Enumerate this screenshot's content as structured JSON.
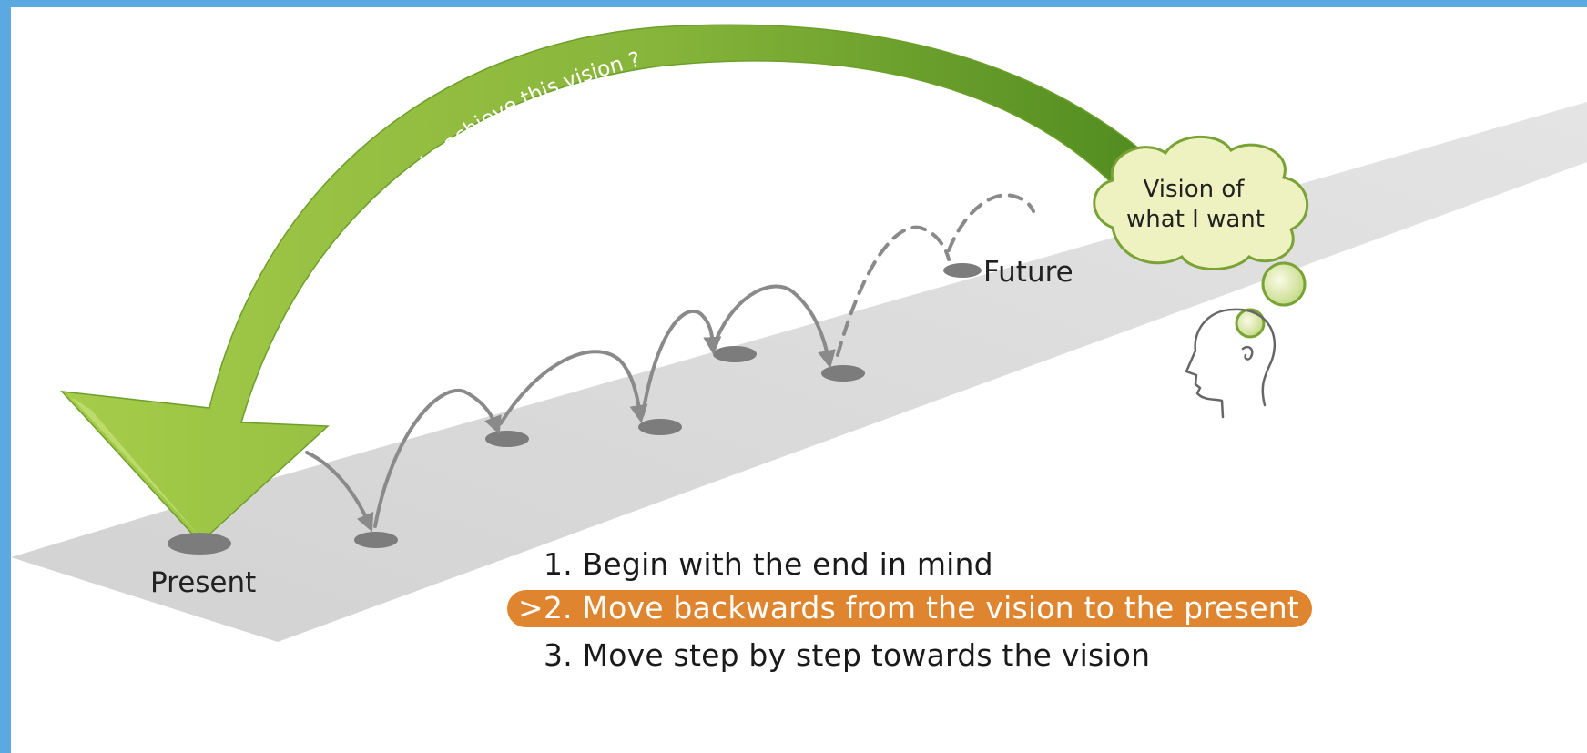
{
  "diagram": {
    "arc_label": "What do I do today to achieve this vision ?",
    "present_label": "Present",
    "future_label": "Future",
    "vision_line1": "Vision of",
    "vision_line2": "what I want",
    "steps": [
      {
        "text": "1. Begin with the end in mind",
        "highlighted": false
      },
      {
        "text": ">2. Move backwards from the vision to the present",
        "highlighted": true
      },
      {
        "text": "3. Move step by step towards the vision",
        "highlighted": false
      }
    ],
    "colors": {
      "arrow_green": "#8cbd3f",
      "arrow_dark_green": "#4e8a1e",
      "road_gray": "#d6d6d6",
      "step_gray": "#7c7c7c",
      "cloud_fill": "#eef2c0",
      "cloud_stroke": "#7aa335",
      "highlight_orange": "#e0852f"
    }
  }
}
